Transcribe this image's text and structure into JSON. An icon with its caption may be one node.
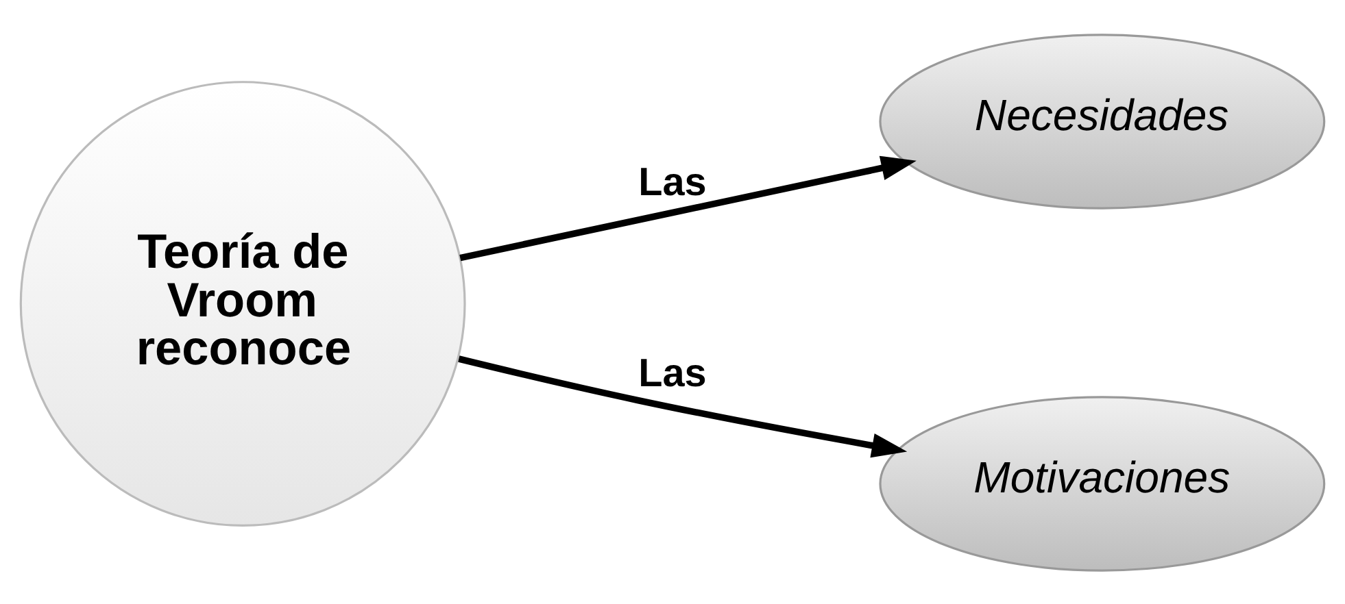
{
  "diagram": {
    "nodes": [
      {
        "text": [
          "Teoría de Vroom reconoce"
        ]
      },
      {
        "text": [
          "Necesidades"
        ]
      },
      {
        "text": [
          "Motivaciones"
        ]
      }
    ],
    "edges": [
      {
        "from": 0,
        "to": 1,
        "arrow": "to",
        "label": "Las"
      },
      {
        "from": 0,
        "to": 2,
        "arrow": "to",
        "label": "Las"
      }
    ]
  }
}
